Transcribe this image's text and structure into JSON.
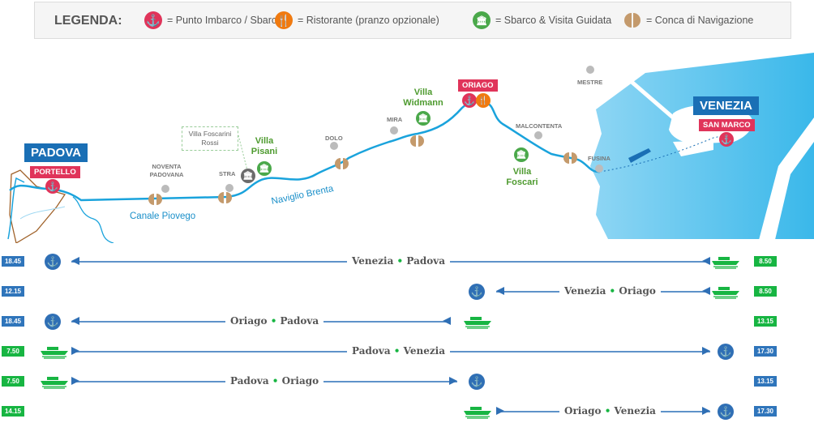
{
  "legend": {
    "title": "LEGENDA:",
    "items": [
      {
        "icon": "anchor-icon",
        "color": "#e0345a",
        "label": "= Punto Imbarco / Sbarco"
      },
      {
        "icon": "restaurant-icon",
        "color": "#f07a10",
        "label": "= Ristorante (pranzo opzionale)"
      },
      {
        "icon": "museum-icon",
        "color": "#4aa84a",
        "label": "= Sbarco & Visita Guidata"
      },
      {
        "icon": "lock-icon",
        "color": "#c49a6c",
        "label": "= Conca di Navigazione"
      }
    ]
  },
  "map": {
    "cities": {
      "padova": "PADOVA",
      "venezia": "VENEZIA"
    },
    "stops": {
      "portello": "PORTELLO",
      "oriago": "ORIAGO",
      "san_marco": "SAN MARCO"
    },
    "places": {
      "noventa": "NOVENTA PADOVANA",
      "stra": "STRA",
      "dolo": "DOLO",
      "mira": "MIRA",
      "malcontenta": "MALCONTENTA",
      "mestre": "MESTRE",
      "fusina": "FUSINA"
    },
    "villas": {
      "pisani": "Villa Pisani",
      "widmann": "Villa Widmann",
      "foscari": "Villa Foscari",
      "foscarini": "Villa Foscarini Rossi"
    },
    "rivers": {
      "piovego": "Canale Piovego",
      "brenta": "Naviglio Brenta"
    },
    "colors": {
      "water": "#1aa3dc",
      "lagoon": "#5cc4ee",
      "city_label": "#1a6fb5",
      "stop_label": "#e0345a",
      "villa": "#4d9a2e",
      "lock": "#c49a6c"
    }
  },
  "schedule": [
    {
      "left_time": "18.45",
      "left_color": "blue",
      "route_from": "Venezia",
      "route_to": "Padova",
      "right_time": "8.50",
      "right_color": "green",
      "direction": "left"
    },
    {
      "left_time": "12.15",
      "left_color": "blue",
      "route_from": "Venezia",
      "route_to": "Oriago",
      "right_time": "8.50",
      "right_color": "green",
      "direction": "left"
    },
    {
      "left_time": "18.45",
      "left_color": "blue",
      "route_from": "Oriago",
      "route_to": "Padova",
      "right_time": "13.15",
      "right_color": "green",
      "direction": "left"
    },
    {
      "left_time": "7.50",
      "left_color": "green",
      "route_from": "Padova",
      "route_to": "Venezia",
      "right_time": "17.30",
      "right_color": "blue",
      "direction": "right"
    },
    {
      "left_time": "7.50",
      "left_color": "green",
      "route_from": "Padova",
      "route_to": "Oriago",
      "right_time": "13.15",
      "right_color": "blue",
      "direction": "right"
    },
    {
      "left_time": "14.15",
      "left_color": "green",
      "route_from": "Oriago",
      "route_to": "Venezia",
      "right_time": "17.30",
      "right_color": "blue",
      "direction": "right"
    }
  ]
}
